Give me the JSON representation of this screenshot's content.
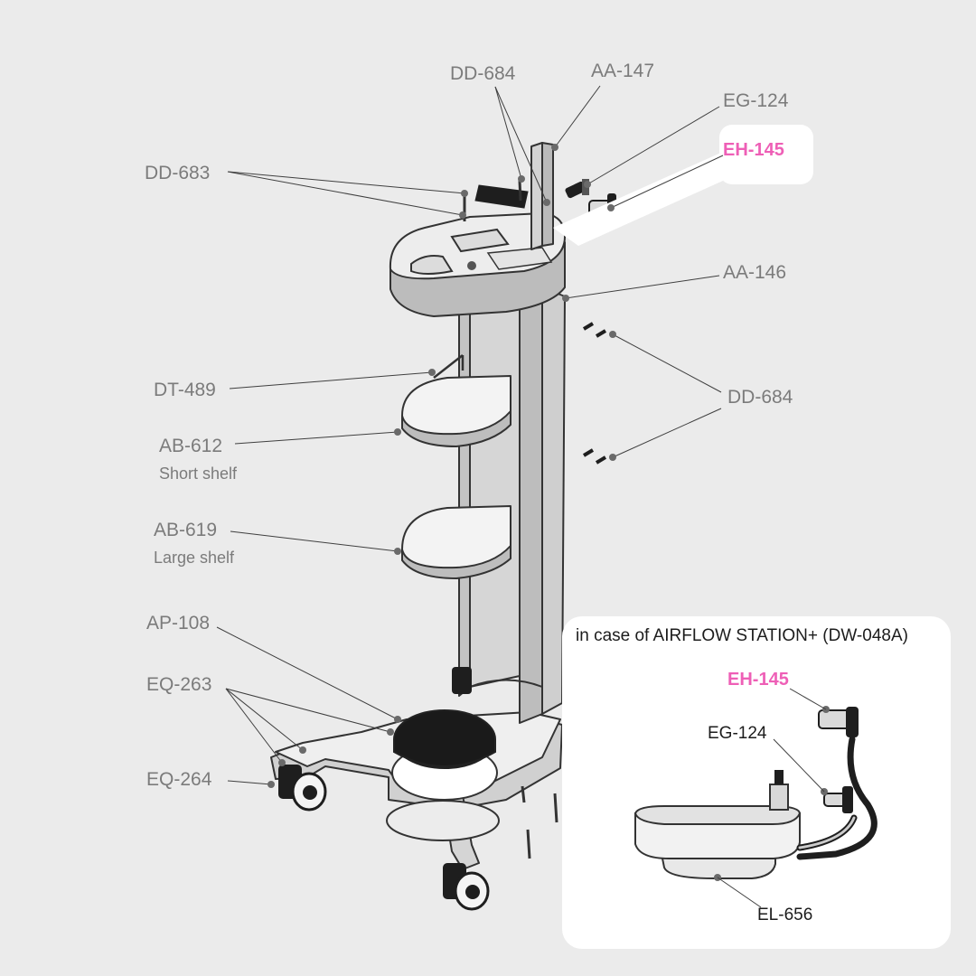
{
  "colors": {
    "background": "#ebebeb",
    "label": "#7b7b7b",
    "highlight": "#ee5fb6",
    "inset_background": "#ffffff"
  },
  "main_labels": {
    "dd684_top": "DD-684",
    "aa147": "AA-147",
    "eg124": "EG-124",
    "eh145": "EH-145",
    "dd683": "DD-683",
    "aa146": "AA-146",
    "dt489": "DT-489",
    "dd684_right": "DD-684",
    "ab612": "AB-612",
    "ab612_desc": "Short shelf",
    "ab619": "AB-619",
    "ab619_desc": "Large shelf",
    "ap108": "AP-108",
    "eq263": "EQ-263",
    "eq264": "EQ-264"
  },
  "inset": {
    "title": "in case of AIRFLOW STATION+ (DW-048A)",
    "eh145": "EH-145",
    "eg124": "EG-124",
    "el656": "EL-656"
  }
}
